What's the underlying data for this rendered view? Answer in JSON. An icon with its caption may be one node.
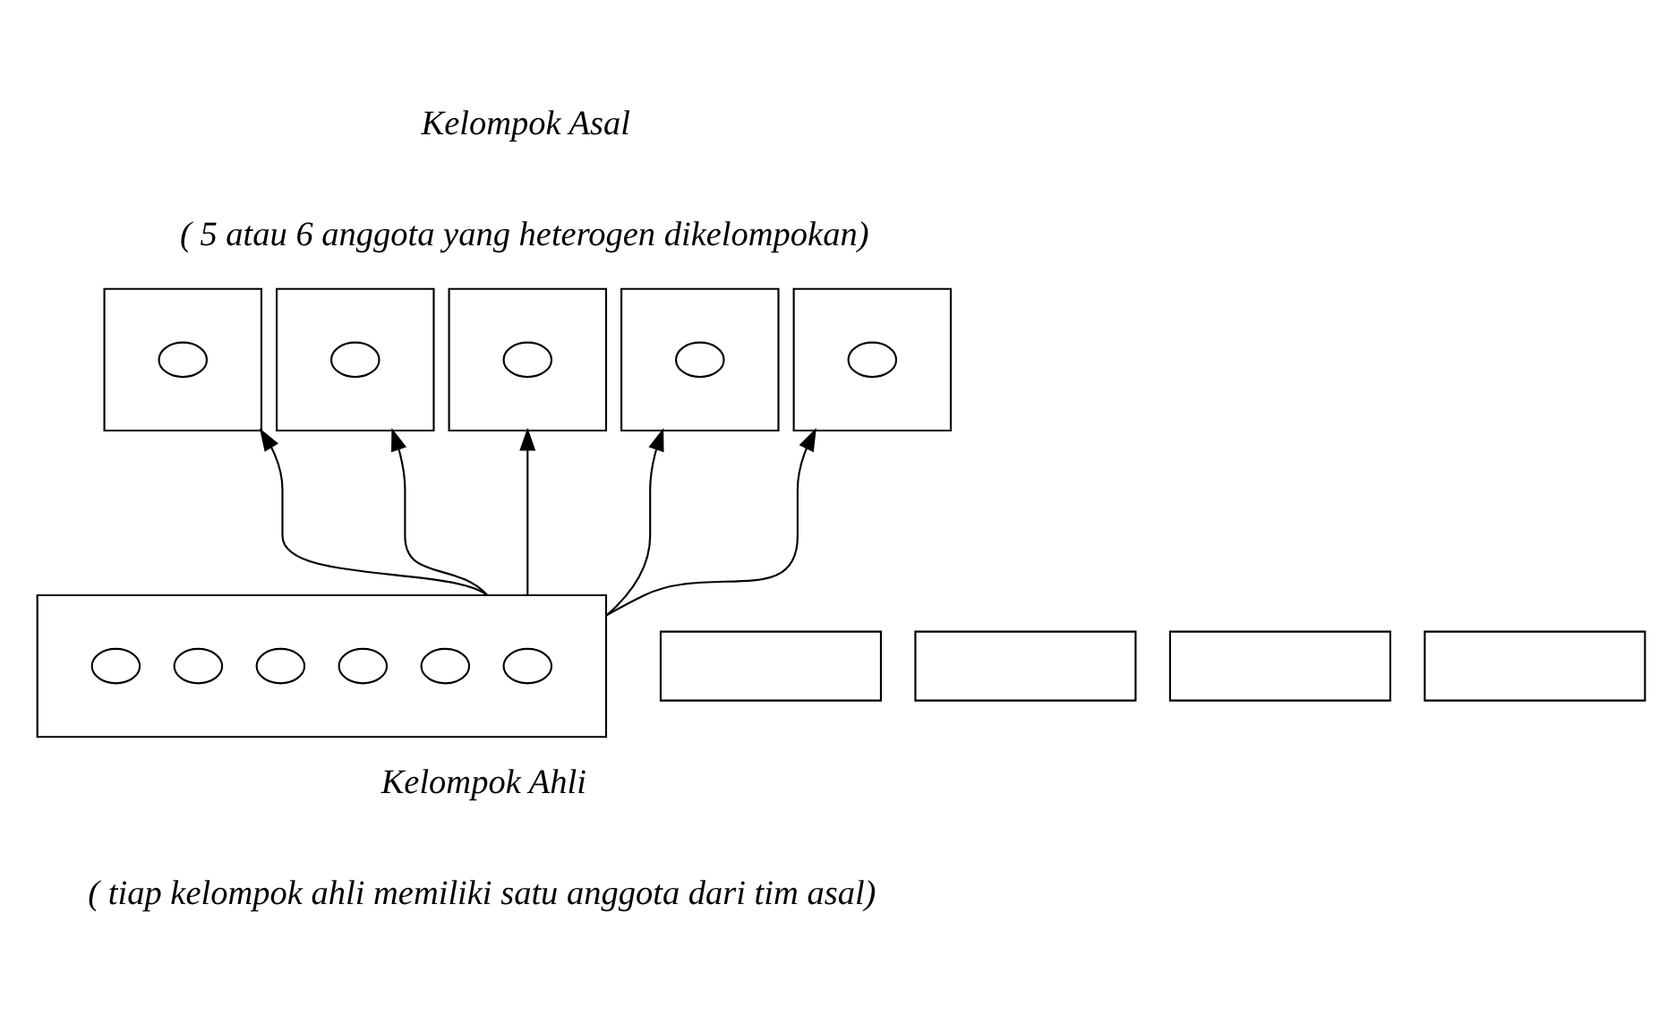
{
  "diagram": {
    "nodes": [
      {
        "text": [],
        "shape": "box"
      },
      {
        "text": [],
        "shape": "circle",
        "in": 0
      },
      {
        "text": [],
        "shape": "box"
      },
      {
        "text": [],
        "shape": "circle",
        "in": 2
      },
      {
        "text": [],
        "shape": "box"
      },
      {
        "text": [],
        "shape": "circle",
        "in": 4
      },
      {
        "text": [],
        "shape": "box"
      },
      {
        "text": [],
        "shape": "circle",
        "in": 6
      },
      {
        "text": [],
        "shape": "box"
      },
      {
        "text": [],
        "shape": "circle",
        "in": 8
      },
      {
        "text": [],
        "shape": "box"
      },
      {
        "text": [],
        "shape": "circle",
        "in": 10
      },
      {
        "text": [],
        "shape": "circle",
        "in": 10
      },
      {
        "text": [],
        "shape": "circle",
        "in": 10
      },
      {
        "text": [],
        "shape": "circle",
        "in": 10
      },
      {
        "text": [],
        "shape": "circle",
        "in": 10
      },
      {
        "text": [],
        "shape": "circle",
        "in": 10
      },
      {
        "text": [],
        "shape": "box"
      },
      {
        "text": [],
        "shape": "box"
      },
      {
        "text": [],
        "shape": "box"
      },
      {
        "text": [],
        "shape": "box"
      }
    ],
    "edges": [
      {
        "from": 10,
        "to": 0,
        "arrow": "to"
      },
      {
        "from": 10,
        "to": 2,
        "arrow": "to"
      },
      {
        "from": 10,
        "to": 4,
        "arrow": "to"
      },
      {
        "from": 10,
        "to": 6,
        "arrow": "to"
      },
      {
        "from": 10,
        "to": 8,
        "arrow": "to"
      }
    ],
    "labels": [
      "Kelompok Asal",
      "( 5 atau 6 anggota yang heterogen dikelompokan)",
      "Kelompok Ahli",
      "( tiap kelompok ahli memiliki satu anggota dari tim asal)"
    ]
  }
}
